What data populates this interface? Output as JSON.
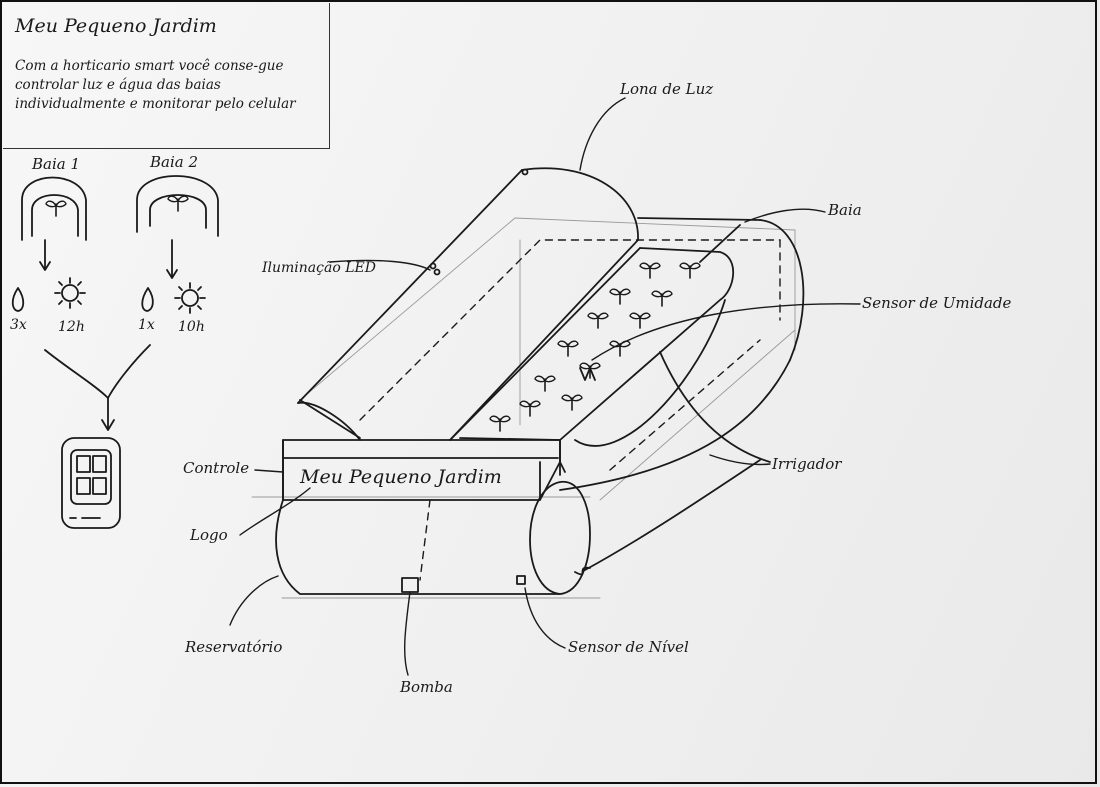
{
  "note": {
    "title": "Meu Pequeno Jardim",
    "body": "Com a horticario smart você conse-gue controlar luz e água das baias individualmente e monitorar pelo celular"
  },
  "bays": [
    {
      "name": "Baia 1",
      "water": "3x",
      "light": "12h"
    },
    {
      "name": "Baia 2",
      "water": "1x",
      "light": "10h"
    }
  ],
  "device": {
    "front_title": "Meu Pequeno Jardim"
  },
  "labels": {
    "luz": "Lona de Luz",
    "baia": "Baia",
    "led": "Iluminação LED",
    "umidade": "Sensor de Umidade",
    "irrigador": "Irrigador",
    "controle": "Controle",
    "logo": "Logo",
    "reservatorio": "Reservatório",
    "bomba": "Bomba",
    "nivel": "Sensor de Nível"
  },
  "icons": {
    "phone": "smartphone-icon",
    "water": "water-drop-icon",
    "sun": "sun-icon",
    "sprout": "sprout-icon"
  },
  "colors": {
    "ink": "#1a1a1a",
    "paper": "#f2f2f2"
  }
}
